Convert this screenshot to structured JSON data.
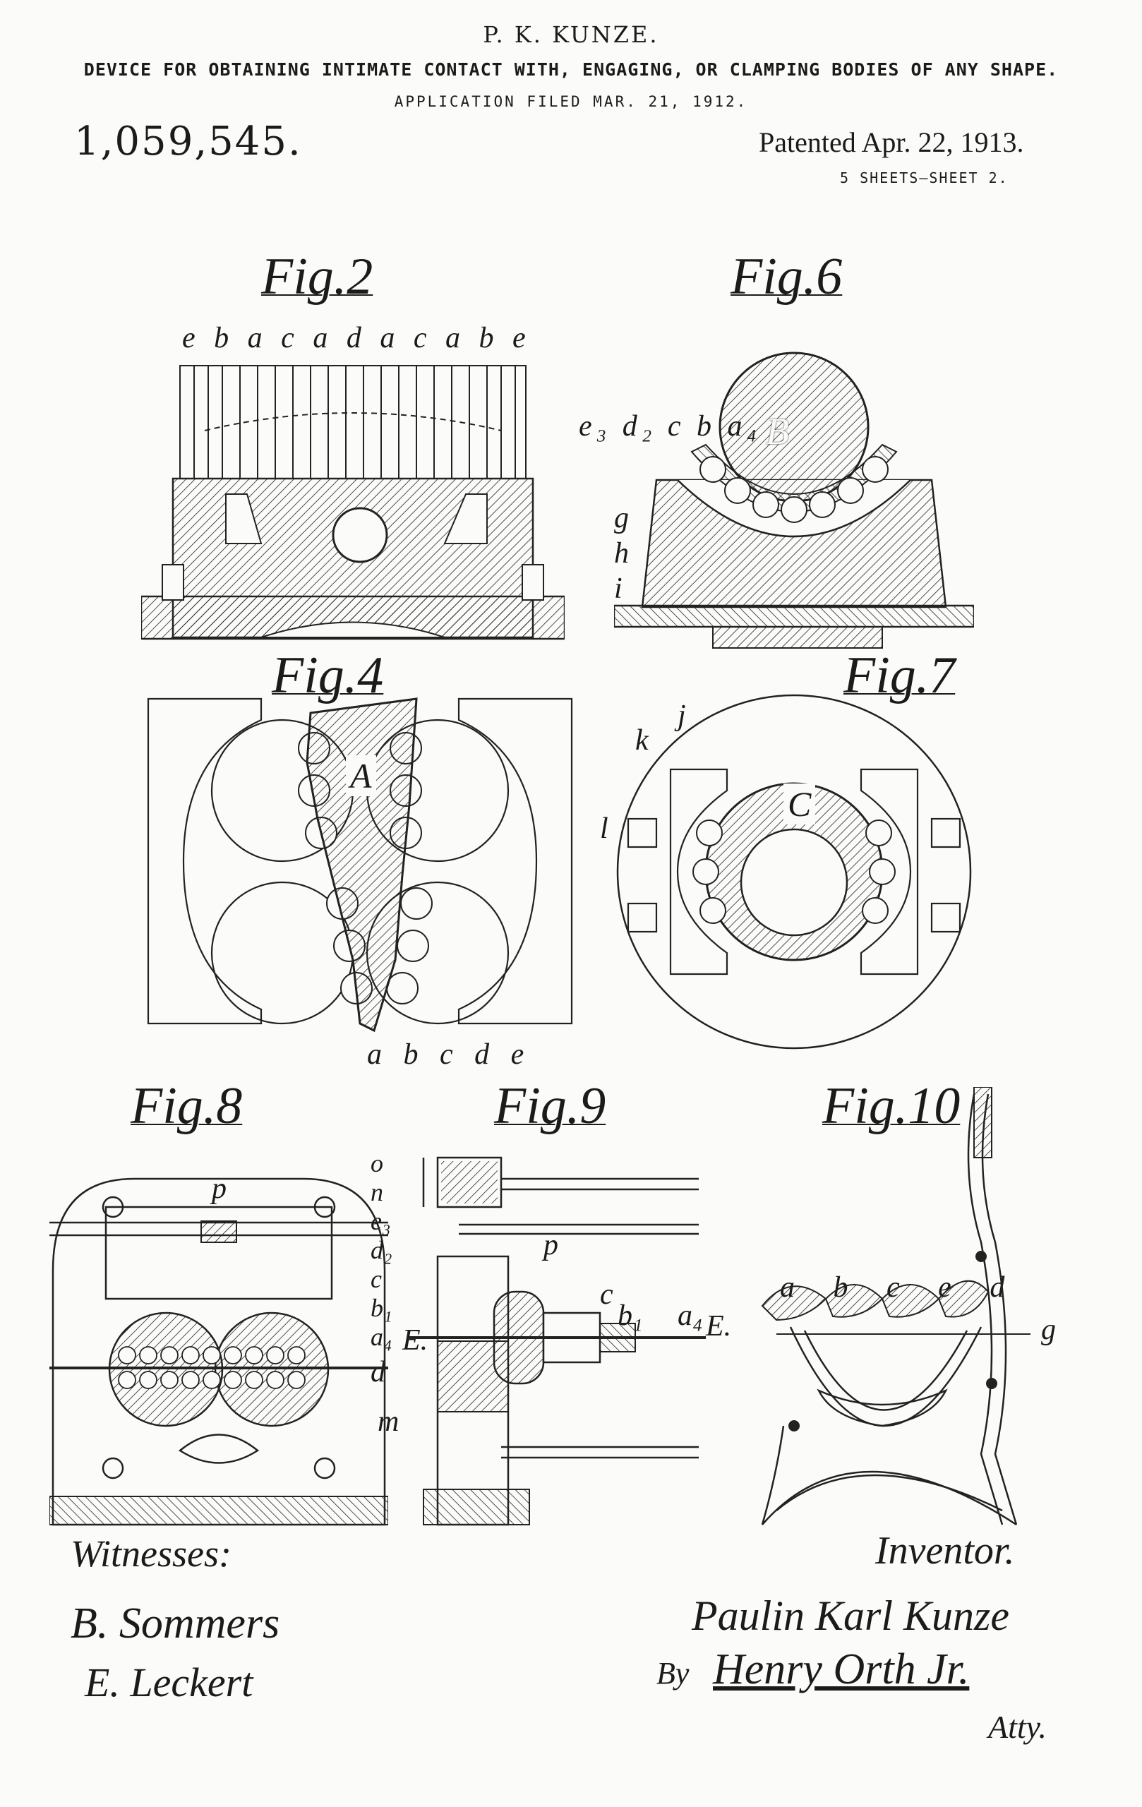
{
  "header": {
    "inventor_name": "P. K. KUNZE.",
    "title": "DEVICE FOR OBTAINING INTIMATE CONTACT WITH, ENGAGING, OR CLAMPING BODIES OF ANY SHAPE.",
    "application": "APPLICATION FILED MAR. 21, 1912.",
    "patent_number": "1,059,545.",
    "patented_date": "Patented Apr. 22, 1913.",
    "sheets": "5 SHEETS—SHEET 2."
  },
  "figures": {
    "fig2": {
      "label": "Fig.2",
      "letters": [
        "e",
        "b",
        "a",
        "c",
        "a",
        "d",
        "a",
        "c",
        "a",
        "b",
        "e"
      ]
    },
    "fig6": {
      "label": "Fig.6",
      "letters": [
        "e₃",
        "d₂",
        "c",
        "b",
        "a₄"
      ],
      "side_letters": [
        "g",
        "h",
        "i"
      ],
      "body_letter": "B"
    },
    "fig4": {
      "label": "Fig.4",
      "body_letter": "A",
      "bottom_letters": [
        "a",
        "b",
        "c",
        "d",
        "e"
      ]
    },
    "fig7": {
      "label": "Fig.7",
      "letters": [
        "k",
        "j",
        "l"
      ],
      "body_letter": "C"
    },
    "fig8": {
      "label": "Fig.8",
      "top_letter": "p",
      "side_letters": [
        "o",
        "n",
        "e₃",
        "d₂",
        "c",
        "b₁",
        "a₄",
        "d",
        "m"
      ],
      "axis_letter": "E."
    },
    "fig9": {
      "label": "Fig.9",
      "letters": [
        "p",
        "c",
        "b₁",
        "a₄",
        "E."
      ]
    },
    "fig10": {
      "label": "Fig.10",
      "letters": [
        "a",
        "b",
        "c",
        "e",
        "d"
      ],
      "side_letter": "g"
    }
  },
  "footer": {
    "witnesses_label": "Witnesses:",
    "witness_1": "B. Sommers",
    "witness_2": "E. Leckert",
    "inventor_label": "Inventor.",
    "inventor_signature": "Paulin Karl Kunze",
    "by_label": "By",
    "attorney_signature": "Henry Orth Jr.",
    "atty_label": "Atty."
  }
}
